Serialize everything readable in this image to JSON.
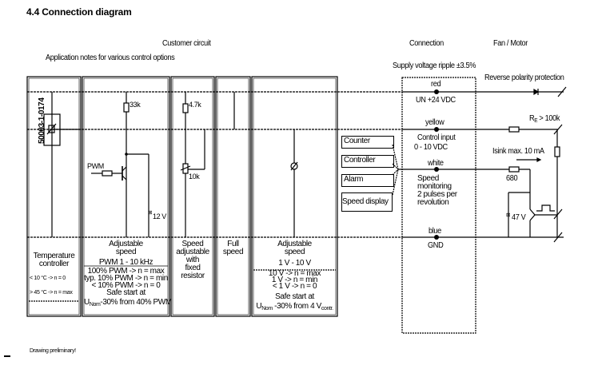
{
  "title": "4.4 Connection diagram",
  "headers": {
    "customer_circuit": "Customer circuit",
    "application_notes": "Application notes for various control options",
    "connection": "Connection",
    "fan_motor": "Fan / Motor",
    "supply_ripple": "Supply voltage ripple ±3.5%",
    "reverse_polarity": "Reverse polarity protection"
  },
  "columns": {
    "temperature": {
      "part_number": "50003-1-0174",
      "label_line1": "Temperature",
      "label_line2": "controller",
      "note1": "< 10 °C -> n = 0",
      "note2": "> 45 °C -> n = max"
    },
    "pwm": {
      "resistor": "33k",
      "input": "PWM",
      "zener": "12 V",
      "label_line1": "Adjustable",
      "label_line2": "speed",
      "range": "PWM 1 - 10 kHz",
      "notes": [
        "100% PWM -> n = max",
        "typ. 10% PWM -> n = min",
        "< 10% PWM -> n = 0",
        "Safe start at"
      ],
      "safe_prefix": "U",
      "safe_sub": "Nom",
      "safe_suffix": "-30% from 40% PWM"
    },
    "fixed_resistor": {
      "resistor": "4.7k",
      "pot": "10k",
      "label": [
        "Speed",
        "adjustable",
        "with",
        "fixed",
        "resistor"
      ]
    },
    "full_speed": {
      "label": [
        "Full",
        "speed"
      ]
    },
    "voltage": {
      "label_line1": "Adjustable",
      "label_line2": "speed",
      "range": "1 V - 10 V",
      "notes": [
        "10 V -> n = max",
        "1 V -> n = min",
        "< 1 V -> n = 0",
        "Safe start at"
      ],
      "safe_prefix": "U",
      "safe_sub": "Nom",
      "safe_mid": " -30% from 4 V",
      "safe_sub2": "contr."
    }
  },
  "outputs": [
    "Counter",
    "Controller",
    "Alarm",
    "Speed display"
  ],
  "wires": {
    "red": {
      "color": "red",
      "desc": "UN +24 VDC"
    },
    "yellow": {
      "color": "yellow",
      "desc_line1": "Control input",
      "desc_line2": "0 - 10 VDC"
    },
    "white": {
      "color": "white",
      "desc": [
        "Speed",
        "monitoring",
        "2 pulses per",
        "revolution"
      ]
    },
    "blue": {
      "color": "blue",
      "desc": "GND"
    }
  },
  "motor": {
    "re_label_prefix": "R",
    "re_label_sub": "E",
    "re_label_suffix": " > 100k",
    "isink": "Isink max. 10 mA",
    "resistor": "680",
    "zener": "47 V"
  },
  "footer": "Drawing preliminary!"
}
